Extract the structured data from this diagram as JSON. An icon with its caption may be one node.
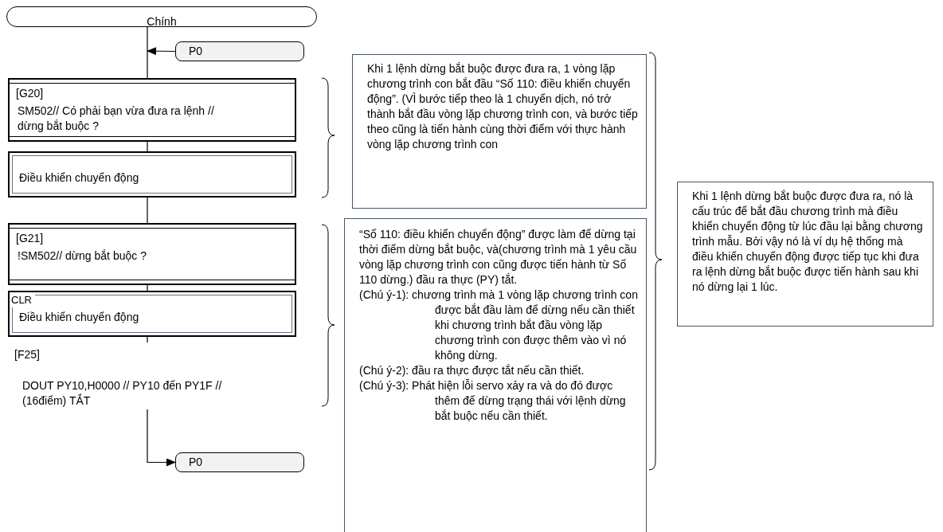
{
  "diagram": {
    "nodes": [
      {
        "text": [
          "Chính"
        ]
      },
      {
        "text": [
          "P0"
        ]
      },
      {
        "text": [
          "[G20]",
          "SM502// Có phải bạn vừa đưa ra lệnh // dừng bắt buộc ?"
        ]
      },
      {
        "text": [
          "Điều khiển chuyển động"
        ]
      },
      {
        "text": [
          "[G21]",
          "!SM502// dừng bắt buộc ?"
        ]
      },
      {
        "text": [
          "CLR",
          "Điều khiển chuyển động"
        ]
      },
      {
        "text": [
          "[F25]",
          "DOUT PY10,H0000 // PY10 đến PY1F // (16điểm) TẮT"
        ]
      },
      {
        "text": [
          "P0"
        ]
      },
      {
        "text": [
          "Khi 1 lệnh dừng bắt buộc được đưa ra, 1 vòng lặp chương trình con bắt đầu “Số 110: điều khiển chuyển động”. (VÌ bước tiếp theo là 1 chuyển dịch, nó trở thành bắt đầu vòng lặp chương trình con, và bước tiếp theo cũng là tiến hành cùng thời điểm với thực hành vòng lặp chương trình con"
        ]
      },
      {
        "text": [
          "“Số 110: điều khiển chuyển động” được làm để dừng tại thời điểm dừng bắt buộc, và(chương trình mà 1 yêu cầu vòng lặp chương trình con cũng được tiến hành từ Số 110 dừng.) đầu ra thực (PY) tắt.",
          "(Chú ý-1): chương trình mà 1 vòng lặp chương trình con được bắt đầu làm để dừng nếu cần thiết khi chương trình bắt đầu vòng lặp chương trình con được thêm vào vì nó không dừng.",
          "(Chú ý-2): đầu ra thực được tắt nếu cần thiết.",
          "(Chú ý-3): Phát hiện lỗi servo xảy ra và do đó được thêm để dừng trạng thái với lệnh dừng bắt buộc nếu cần thiết."
        ]
      },
      {
        "text": [
          "Khi 1 lệnh dừng bắt buộc được đưa ra, nó là cấu trúc để bắt đầu chương trình mà điều khiển chuyển động từ lúc đầu lại bằng chương trình mẫu. Bởi vậy nó là ví dụ hệ thống mà điều khiển chuyển động được tiếp tục khi đưa ra lệnh dừng bắt buộc được tiến hành sau khi nó dừng lại 1 lúc."
        ]
      }
    ],
    "edges": [
      {
        "from": 0,
        "to": 2,
        "arrow": "none"
      },
      {
        "from": 1,
        "to": null,
        "arrow": "to"
      },
      {
        "from": 2,
        "to": 3,
        "arrow": "none"
      },
      {
        "from": 3,
        "to": 4,
        "arrow": "none"
      },
      {
        "from": 4,
        "to": 5,
        "arrow": "none"
      },
      {
        "from": 5,
        "to": 6,
        "arrow": "none"
      },
      {
        "from": 6,
        "to": 7,
        "arrow": "to"
      }
    ]
  }
}
